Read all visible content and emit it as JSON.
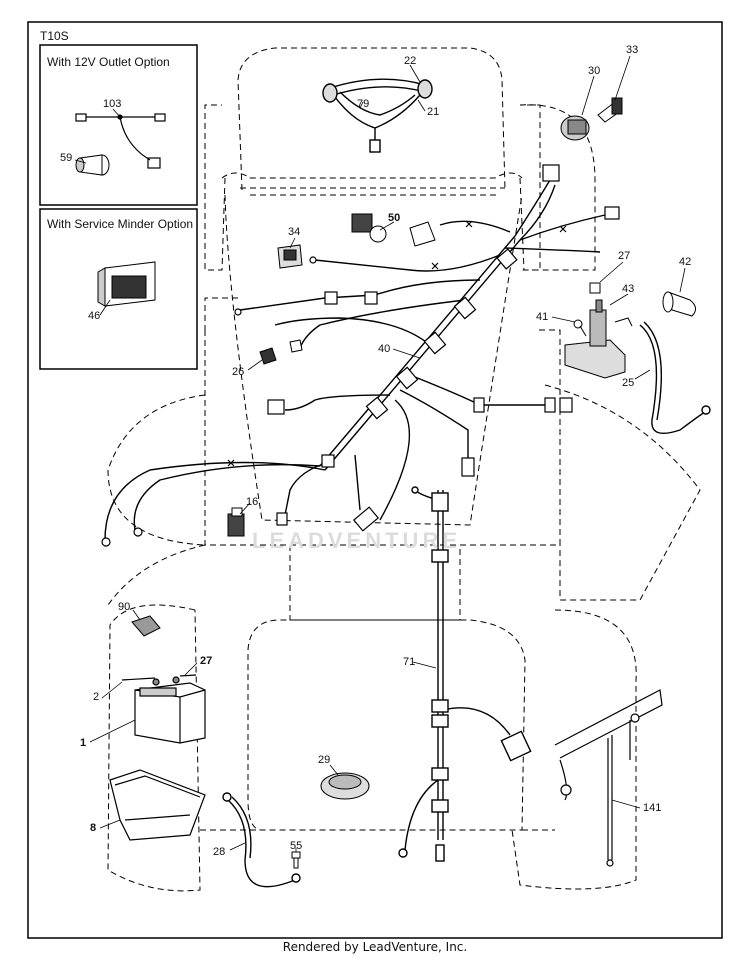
{
  "page_id": "T10S",
  "insets": {
    "outlet": "With 12V Outlet Option",
    "service": "With Service Minder Option"
  },
  "watermark": "LEADVENTURE",
  "footer": "Rendered by LeadVenture, Inc.",
  "callouts": {
    "c103": "103",
    "c59": "59",
    "c46": "46",
    "c22": "22",
    "c79": "79",
    "c21": "21",
    "c30": "30",
    "c33": "33",
    "c34": "34",
    "c50": "50",
    "c27": "27",
    "c42": "42",
    "c41": "41",
    "c43": "43",
    "c25": "25",
    "c40": "40",
    "c26": "26",
    "c16": "16",
    "c90": "90",
    "c27b": "27",
    "c2": "2",
    "c1": "1",
    "c8": "8",
    "c71": "71",
    "c29": "29",
    "c28": "28",
    "c55": "55",
    "c141": "141"
  }
}
